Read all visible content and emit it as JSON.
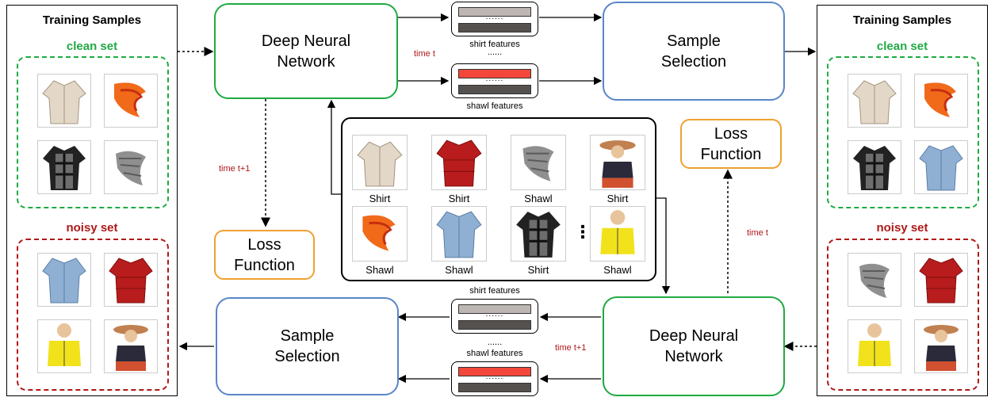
{
  "colors": {
    "green": "#1faa42",
    "red": "#b01818",
    "blue": "#5a86c8",
    "orange": "#f0a030",
    "feature_red": "#f2473a",
    "feature_gray_light": "#bdb6b2",
    "feature_gray_dark": "#55514f"
  },
  "left_panel": {
    "title": "Training Samples",
    "clean_label": "clean set",
    "noisy_label": "noisy set",
    "clean_items": [
      "shirt-icon",
      "shawl-icon",
      "plaid-shirt-icon",
      "shawl-icon"
    ],
    "noisy_items": [
      "jacket-icon",
      "jacket-icon",
      "yellow-jacket-icon",
      "hat-person-icon"
    ]
  },
  "right_panel": {
    "title": "Training Samples",
    "clean_label": "clean set",
    "noisy_label": "noisy set",
    "clean_items": [
      "shirt-icon",
      "shawl-icon",
      "plaid-shirt-icon",
      "jacket-icon"
    ],
    "noisy_items": [
      "shawl-icon",
      "jacket-icon",
      "yellow-jacket-icon",
      "hat-person-icon"
    ]
  },
  "top_dnn": "Deep Neural\nNetwork",
  "top_selection": "Sample\nSelection",
  "bottom_dnn": "Deep Neural\nNetwork",
  "bottom_selection": "Sample\nSelection",
  "loss_left": "Loss\nFunction",
  "loss_right": "Loss\nFunction",
  "features": {
    "top_shirt": "shirt features",
    "top_mid_dots": "......",
    "top_shawl": "shawl features",
    "bottom_shirt": "shirt features",
    "bottom_mid_dots": "......",
    "bottom_shawl": "shawl features",
    "bar_dots": "......"
  },
  "time_labels": {
    "top_t": "time t",
    "left_t1": "time t+1",
    "right_t": "time t",
    "bottom_t1": "time t+1"
  },
  "center_grid": {
    "row1": [
      "Shirt",
      "Shirt",
      "Shawl",
      "Shirt"
    ],
    "row2": [
      "Shawl",
      "Shawl",
      "Shirt",
      "Shawl"
    ],
    "ellipsis": "⋮"
  }
}
